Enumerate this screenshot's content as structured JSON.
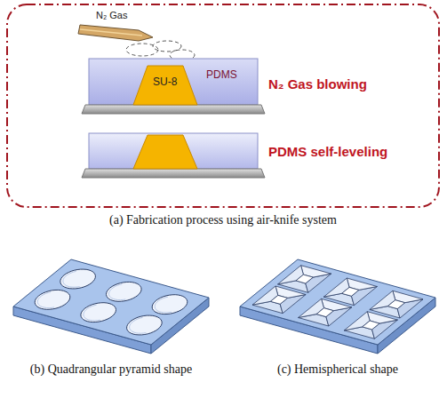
{
  "diagram": {
    "labels": [
      "N₂ Gas",
      "SU-8",
      "PDMS",
      "N₂ Gas blowing",
      "PDMS self-leveling",
      "(a) Fabrication process using air-knife system",
      "(b) Quadrangular pyramid shape",
      "(c) Hemispherical shape"
    ]
  }
}
